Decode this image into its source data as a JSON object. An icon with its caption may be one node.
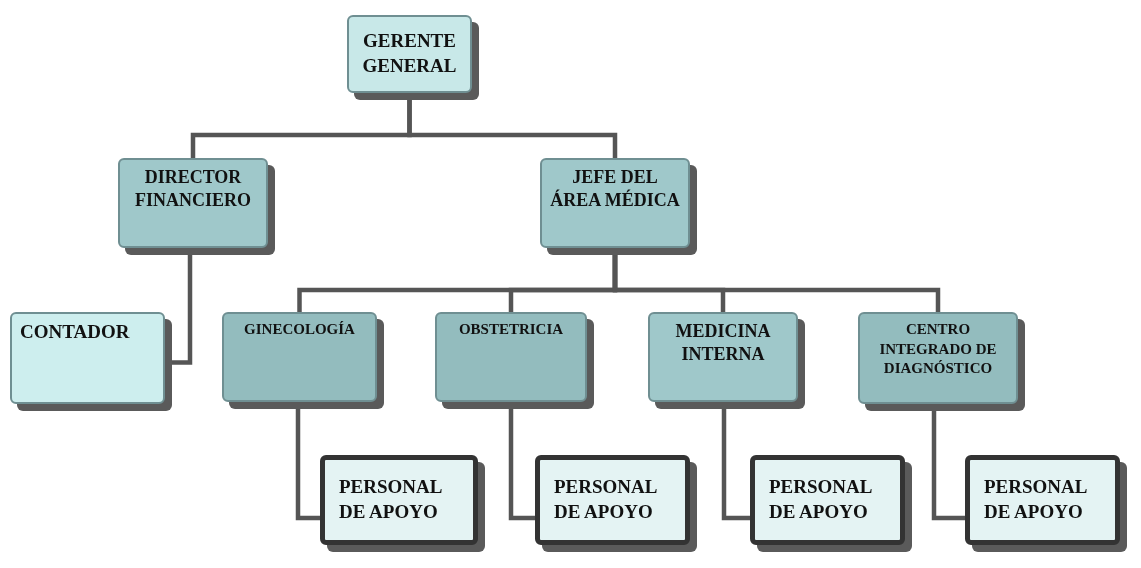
{
  "diagram": {
    "nodes": [
      {
        "text": [
          "GERENTE GENERAL"
        ]
      },
      {
        "text": [
          "DIRECTOR FINANCIERO"
        ]
      },
      {
        "text": [
          "JEFE DEL ÁREA MÉDICA"
        ]
      },
      {
        "text": [
          "CONTADOR"
        ]
      },
      {
        "text": [
          "GINECOLOGÍA"
        ]
      },
      {
        "text": [
          "OBSTETRICIA"
        ]
      },
      {
        "text": [
          "MEDICINA INTERNA"
        ]
      },
      {
        "text": [
          "CENTRO INTEGRADO DE DIAGNÓSTICO"
        ]
      },
      {
        "text": [
          "PERSONAL DE APOYO"
        ]
      },
      {
        "text": [
          "PERSONAL DE APOYO"
        ]
      },
      {
        "text": [
          "PERSONAL DE APOYO"
        ]
      },
      {
        "text": [
          "PERSONAL DE APOYO"
        ]
      }
    ],
    "edges": [
      {
        "from": 0,
        "to": 1,
        "arrow": "none"
      },
      {
        "from": 0,
        "to": 2,
        "arrow": "none"
      },
      {
        "from": 1,
        "to": 3,
        "arrow": "none"
      },
      {
        "from": 2,
        "to": 4,
        "arrow": "none"
      },
      {
        "from": 2,
        "to": 5,
        "arrow": "none"
      },
      {
        "from": 2,
        "to": 6,
        "arrow": "none"
      },
      {
        "from": 2,
        "to": 7,
        "arrow": "none"
      },
      {
        "from": 4,
        "to": 8,
        "arrow": "none"
      },
      {
        "from": 5,
        "to": 9,
        "arrow": "none"
      },
      {
        "from": 6,
        "to": 10,
        "arrow": "none"
      },
      {
        "from": 7,
        "to": 11,
        "arrow": "none"
      }
    ]
  }
}
